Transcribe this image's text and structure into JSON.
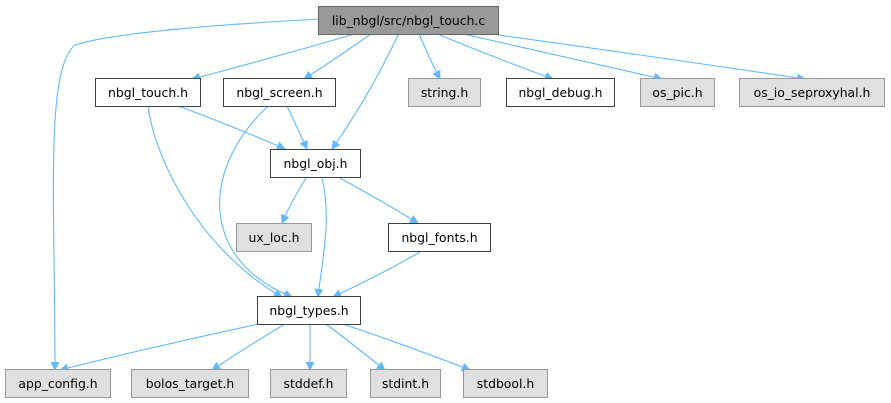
{
  "nodes": {
    "root": {
      "label": "lib_nbgl/src/nbgl_touch.c",
      "kind": "root"
    },
    "nbgl_touch_h": {
      "label": "nbgl_touch.h",
      "kind": "local"
    },
    "nbgl_screen_h": {
      "label": "nbgl_screen.h",
      "kind": "local"
    },
    "string_h": {
      "label": "string.h",
      "kind": "external"
    },
    "nbgl_debug_h": {
      "label": "nbgl_debug.h",
      "kind": "local"
    },
    "os_pic_h": {
      "label": "os_pic.h",
      "kind": "external"
    },
    "os_io_seproxyhal_h": {
      "label": "os_io_seproxyhal.h",
      "kind": "external"
    },
    "nbgl_obj_h": {
      "label": "nbgl_obj.h",
      "kind": "local"
    },
    "ux_loc_h": {
      "label": "ux_loc.h",
      "kind": "external"
    },
    "nbgl_fonts_h": {
      "label": "nbgl_fonts.h",
      "kind": "local"
    },
    "nbgl_types_h": {
      "label": "nbgl_types.h",
      "kind": "local"
    },
    "app_config_h": {
      "label": "app_config.h",
      "kind": "external"
    },
    "bolos_target_h": {
      "label": "bolos_target.h",
      "kind": "external"
    },
    "stddef_h": {
      "label": "stddef.h",
      "kind": "external"
    },
    "stdint_h": {
      "label": "stdint.h",
      "kind": "external"
    },
    "stdbool_h": {
      "label": "stdbool.h",
      "kind": "external"
    }
  },
  "edges": [
    [
      "root",
      "nbgl_touch_h"
    ],
    [
      "root",
      "nbgl_screen_h"
    ],
    [
      "root",
      "nbgl_obj_h"
    ],
    [
      "root",
      "string_h"
    ],
    [
      "root",
      "nbgl_debug_h"
    ],
    [
      "root",
      "os_pic_h"
    ],
    [
      "root",
      "os_io_seproxyhal_h"
    ],
    [
      "root",
      "app_config_h"
    ],
    [
      "nbgl_touch_h",
      "nbgl_obj_h"
    ],
    [
      "nbgl_touch_h",
      "nbgl_types_h"
    ],
    [
      "nbgl_screen_h",
      "nbgl_obj_h"
    ],
    [
      "nbgl_screen_h",
      "nbgl_types_h"
    ],
    [
      "nbgl_obj_h",
      "ux_loc_h"
    ],
    [
      "nbgl_obj_h",
      "nbgl_fonts_h"
    ],
    [
      "nbgl_obj_h",
      "nbgl_types_h"
    ],
    [
      "nbgl_fonts_h",
      "nbgl_types_h"
    ],
    [
      "nbgl_types_h",
      "app_config_h"
    ],
    [
      "nbgl_types_h",
      "bolos_target_h"
    ],
    [
      "nbgl_types_h",
      "stddef_h"
    ],
    [
      "nbgl_types_h",
      "stdint_h"
    ],
    [
      "nbgl_types_h",
      "stdbool_h"
    ]
  ],
  "colors": {
    "edge": "#63b8ff",
    "root_fill": "#999999",
    "local_fill": "#ffffff",
    "external_fill": "#e0e0e0"
  }
}
